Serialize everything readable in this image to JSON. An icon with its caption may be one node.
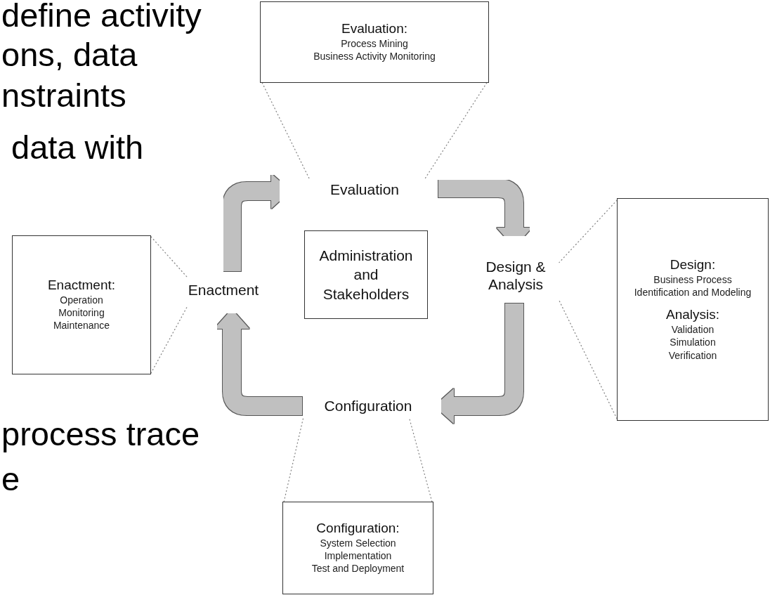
{
  "diagram": {
    "nodes": [
      {
        "text": [
          "Evaluation:",
          "Process Mining",
          "Business Activity Monitoring"
        ]
      },
      {
        "text": [
          "Enactment:",
          "Operation",
          "Monitoring",
          "Maintenance"
        ]
      },
      {
        "text": [
          "Design:",
          "Business Process Identification and Modeling",
          "Analysis:",
          "Validation",
          "Simulation",
          "Verification"
        ]
      },
      {
        "text": [
          "Configuration:",
          "System Selection",
          "Implementation",
          "Test and Deployment"
        ]
      },
      {
        "text": [
          "Administration and Stakeholders"
        ]
      },
      {
        "text": [
          "Evaluation"
        ]
      },
      {
        "text": [
          "Enactment"
        ]
      },
      {
        "text": [
          "Design & Analysis"
        ]
      },
      {
        "text": [
          "Configuration"
        ]
      }
    ],
    "edges": [
      {
        "from": 6,
        "to": 5,
        "arrow": "to",
        "style": "thick",
        "color": "#c0c0c0"
      },
      {
        "from": 5,
        "to": 7,
        "arrow": "to",
        "style": "thick",
        "color": "#c0c0c0"
      },
      {
        "from": 7,
        "to": 8,
        "arrow": "to",
        "style": "thick",
        "color": "#c0c0c0"
      },
      {
        "from": 8,
        "to": 6,
        "arrow": "to",
        "style": "thick",
        "color": "#c0c0c0"
      },
      {
        "from": 0,
        "to": 5,
        "arrow": "none",
        "style": "dashed"
      },
      {
        "from": 0,
        "to": 5,
        "arrow": "none",
        "style": "dashed"
      },
      {
        "from": 1,
        "to": 6,
        "arrow": "none",
        "style": "dashed"
      },
      {
        "from": 1,
        "to": 6,
        "arrow": "none",
        "style": "dashed"
      },
      {
        "from": 2,
        "to": 7,
        "arrow": "none",
        "style": "dashed"
      },
      {
        "from": 2,
        "to": 7,
        "arrow": "none",
        "style": "dashed"
      },
      {
        "from": 3,
        "to": 8,
        "arrow": "none",
        "style": "dashed"
      },
      {
        "from": 3,
        "to": 8,
        "arrow": "none",
        "style": "dashed"
      }
    ],
    "labels": [
      "define activity",
      "ons, data",
      "nstraints",
      "data with",
      "process trace",
      "e"
    ]
  }
}
